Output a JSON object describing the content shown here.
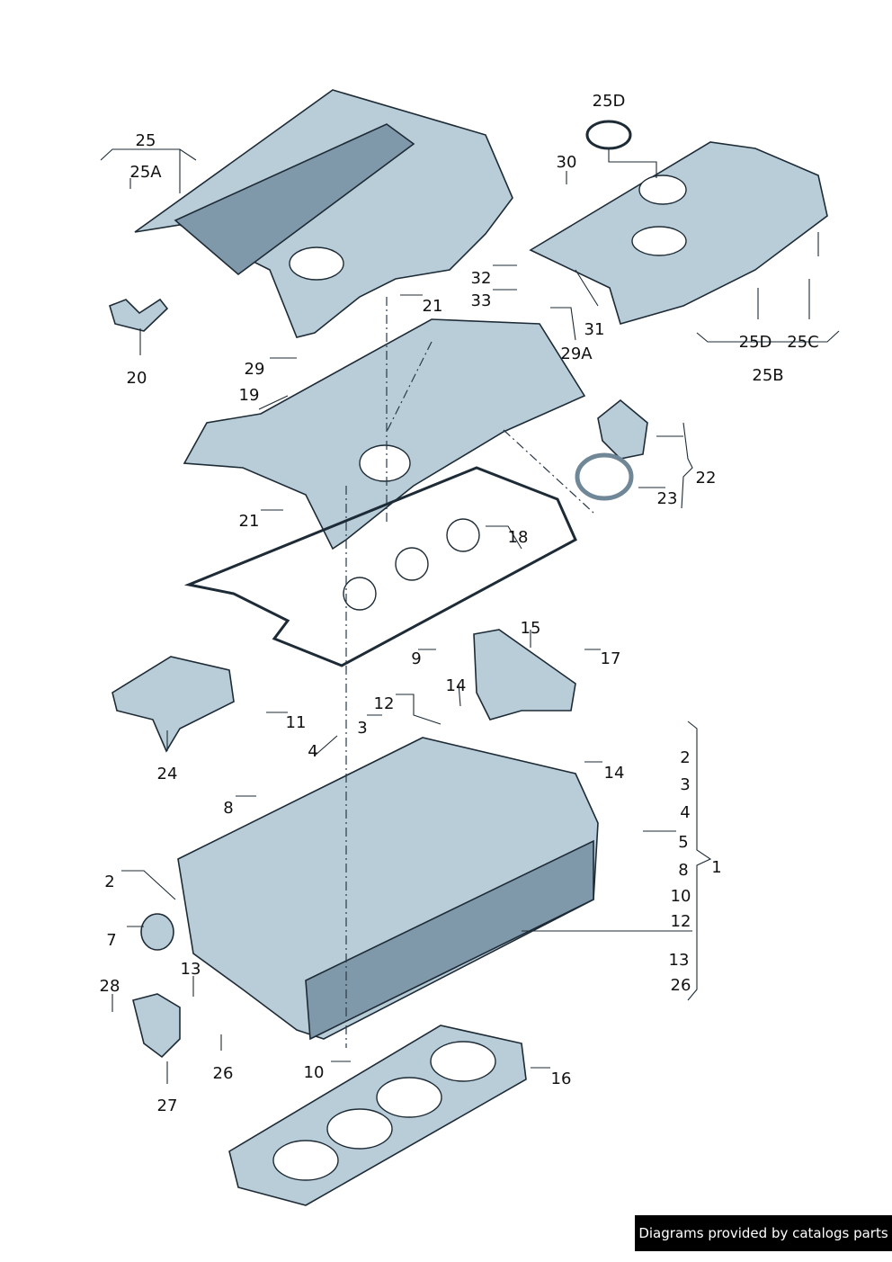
{
  "labels": [
    "25",
    "25A",
    "25D",
    "30",
    "32",
    "33",
    "21",
    "31",
    "29A",
    "25D",
    "25C",
    "25B",
    "20",
    "29",
    "19",
    "22",
    "23",
    "21",
    "18",
    "15",
    "9",
    "17",
    "14",
    "12",
    "11",
    "3",
    "4",
    "24",
    "14",
    "8",
    "2",
    "3",
    "4",
    "5",
    "1",
    "8",
    "10",
    "12",
    "13",
    "26",
    "2",
    "7",
    "13",
    "28",
    "26",
    "27",
    "10",
    "16"
  ],
  "footer": "Diagrams provided by catalogs parts"
}
